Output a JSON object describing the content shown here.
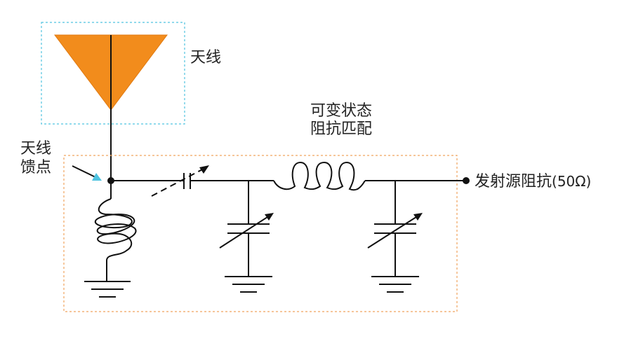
{
  "labels": {
    "antenna": "天线",
    "feed_point_line1": "天线",
    "feed_point_line2": "馈点",
    "matching_line1": "可变状态",
    "matching_line2": "阻抗匹配",
    "source_impedance": "发射源阻抗",
    "source_impedance_value": "(50Ω)"
  },
  "colors": {
    "antenna_fill": "#F28C1C",
    "antenna_box": "#4FC3E0",
    "matching_box": "#F0A35E",
    "wire": "#111111",
    "arrow": "#4FC3E0"
  }
}
